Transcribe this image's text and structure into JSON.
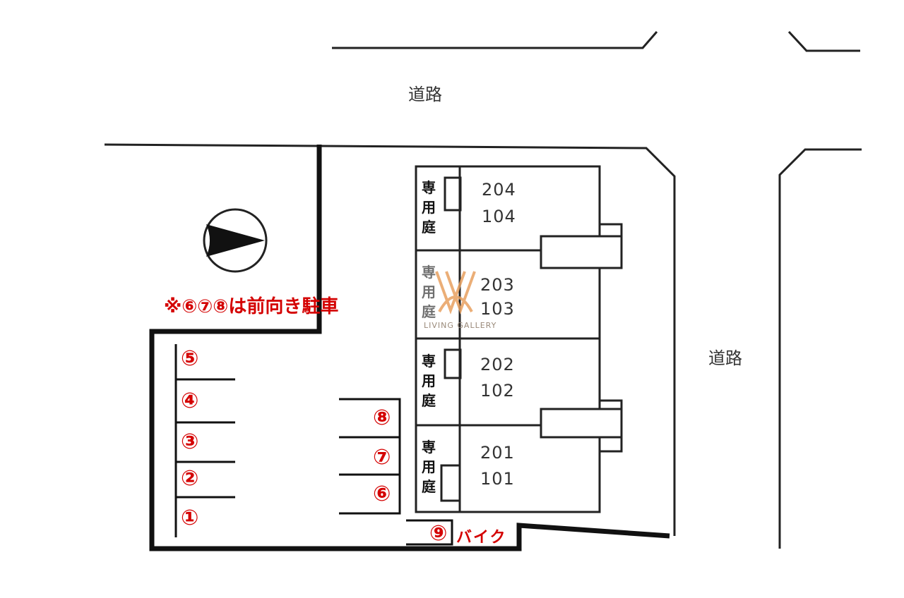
{
  "roads": {
    "top": "道路",
    "right": "道路"
  },
  "units": [
    {
      "upper": "204",
      "lower": "104"
    },
    {
      "upper": "203",
      "lower": "103"
    },
    {
      "upper": "202",
      "lower": "102"
    },
    {
      "upper": "201",
      "lower": "101"
    }
  ],
  "private_garden": "専用庭",
  "parking": {
    "left": [
      "⑤",
      "④",
      "③",
      "②",
      "①"
    ],
    "right": [
      "⑧",
      "⑦",
      "⑥"
    ],
    "bike_number": "⑨",
    "bike_label": "バイク"
  },
  "note": "※⑥⑦⑧は前向き駐車",
  "watermark": "LIVING GALLERY",
  "colors": {
    "annotation": "#d40000",
    "lines": "#111111",
    "watermark": "#e8a060"
  },
  "icons": {
    "compass": "north-arrow-icon"
  }
}
